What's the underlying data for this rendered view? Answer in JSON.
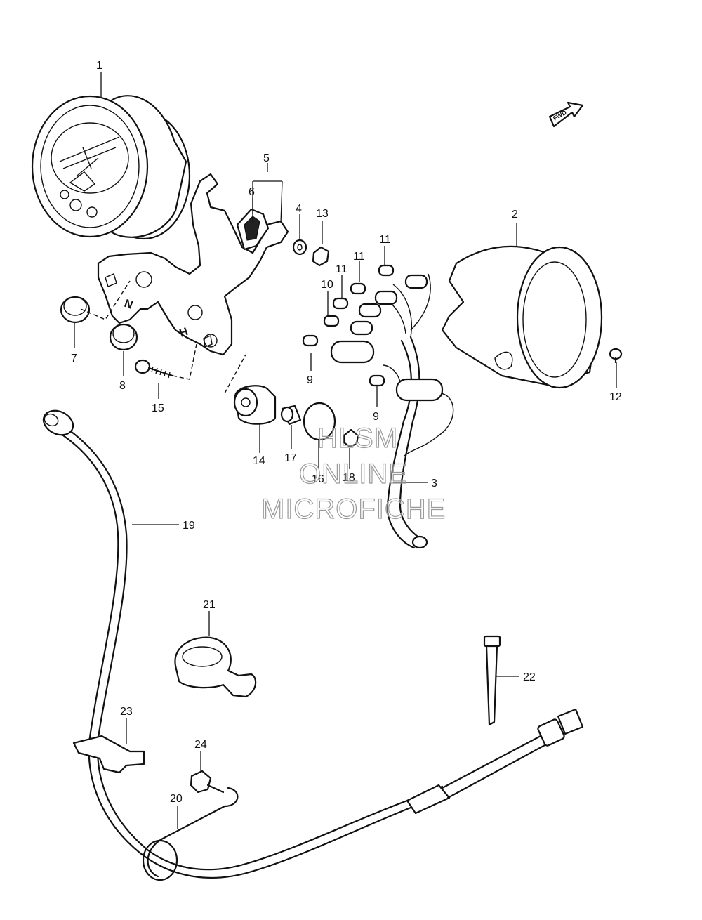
{
  "callouts": {
    "c1": "1",
    "c2": "2",
    "c3": "3",
    "c4": "4",
    "c5": "5",
    "c6": "6",
    "c7": "7",
    "c8": "8",
    "c9a": "9",
    "c9b": "9",
    "c10": "10",
    "c11a": "11",
    "c11b": "11",
    "c11c": "11",
    "c12": "12",
    "c13": "13",
    "c14": "14",
    "c15": "15",
    "c16": "16",
    "c17": "17",
    "c18": "18",
    "c19": "19",
    "c20": "20",
    "c21": "21",
    "c22": "22",
    "c23": "23",
    "c24": "24"
  },
  "fwd_label": "FWD",
  "bracket_marks": {
    "neutral": "N",
    "high_beam": "H"
  },
  "watermark": {
    "line1": "HLSM",
    "line2": "ONLINE",
    "line3": "MICROFICHE"
  }
}
